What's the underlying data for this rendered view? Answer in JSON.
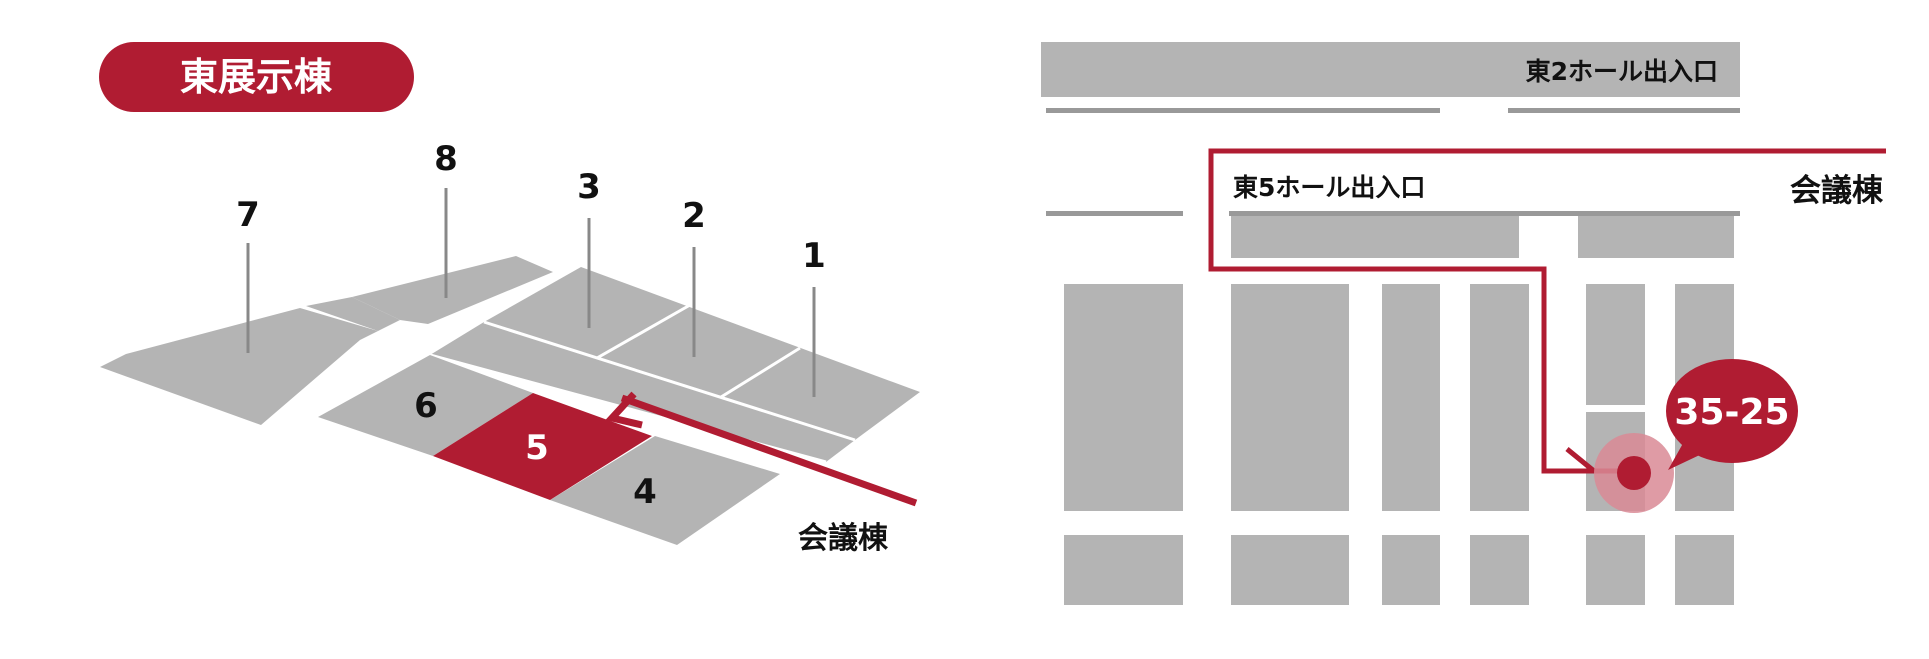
{
  "title_badge": {
    "label": "東展示棟",
    "color": "#b01c32"
  },
  "overview_map": {
    "halls": [
      {
        "number": "1",
        "highlighted": false
      },
      {
        "number": "2",
        "highlighted": false
      },
      {
        "number": "3",
        "highlighted": false
      },
      {
        "number": "4",
        "highlighted": false
      },
      {
        "number": "5",
        "highlighted": true
      },
      {
        "number": "6",
        "highlighted": false
      },
      {
        "number": "7",
        "highlighted": false
      },
      {
        "number": "8",
        "highlighted": false
      }
    ],
    "route_label": "会議棟"
  },
  "detail_map": {
    "entrance_top_label": "東2ホール出入口",
    "entrance_main_label": "東5ホール出入口",
    "building_label": "会議棟",
    "booth_callout": "35-25"
  },
  "colors": {
    "accent": "#b01c32",
    "accent_halo": "#d98a95",
    "block_gray": "#b4b4b4",
    "line_gray": "#999999",
    "text": "#111111"
  }
}
